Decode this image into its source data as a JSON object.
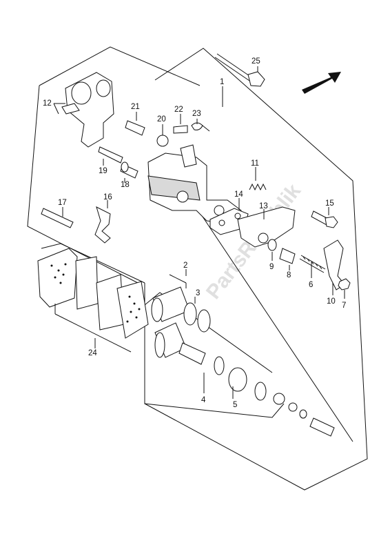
{
  "diagram": {
    "watermark": "PartsRepublik",
    "callouts": {
      "p1": "1",
      "p2": "2",
      "p3": "3",
      "p4": "4",
      "p5": "5",
      "p6": "6",
      "p7": "7",
      "p8": "8",
      "p9": "9",
      "p10": "10",
      "p11": "11",
      "p12": "12",
      "p13": "13",
      "p14": "14",
      "p15": "15",
      "p16": "16",
      "p17": "17",
      "p18": "18",
      "p19": "19",
      "p20": "20",
      "p21": "21",
      "p22": "22",
      "p23": "23",
      "p24": "24",
      "p25": "25"
    },
    "icons": {
      "direction": "front-arrow-icon"
    }
  }
}
